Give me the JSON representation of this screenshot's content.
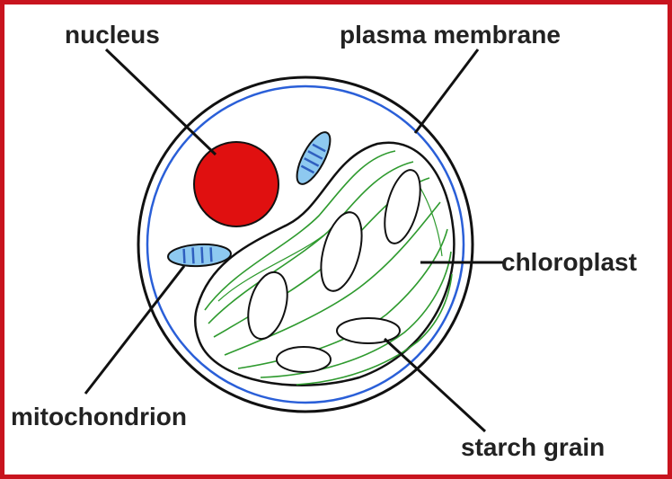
{
  "labels": {
    "nucleus": "nucleus",
    "plasma_membrane": "plasma membrane",
    "chloroplast": "chloroplast",
    "mitochondrion": "mitochondrion",
    "starch_grain": "starch grain"
  },
  "colors": {
    "frame": "#c8141e",
    "cell_outline": "#111111",
    "membrane": "#2a5fd8",
    "nucleus": "#e01010",
    "mitochondrion_fill": "#8ec9f0",
    "mitochondrion_stripes": "#2f5fbf",
    "chloroplast_lines": "#2e9a2e",
    "label_text": "#222222"
  }
}
